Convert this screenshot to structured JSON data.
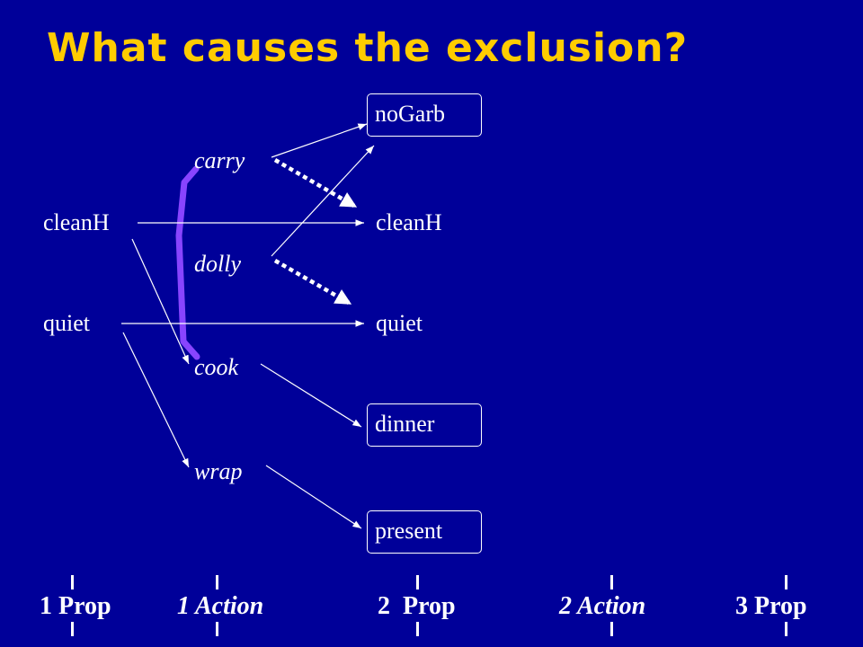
{
  "title": "What causes the exclusion?",
  "level1": {
    "props": [
      "cleanH",
      "quiet"
    ]
  },
  "level1_actions": [
    "carry",
    "dolly",
    "cook",
    "wrap"
  ],
  "level2": {
    "props": [
      "noGarb",
      "cleanH",
      "quiet",
      "dinner",
      "present"
    ]
  },
  "axis": {
    "labels": [
      "1 Prop",
      "1 Action",
      "2  Prop",
      "2 Action",
      "3 Prop"
    ]
  },
  "colors": {
    "background": "#000099",
    "title": "#FFCC00",
    "text": "#FFFFFF",
    "mutex_bracket": "#8844FF"
  }
}
